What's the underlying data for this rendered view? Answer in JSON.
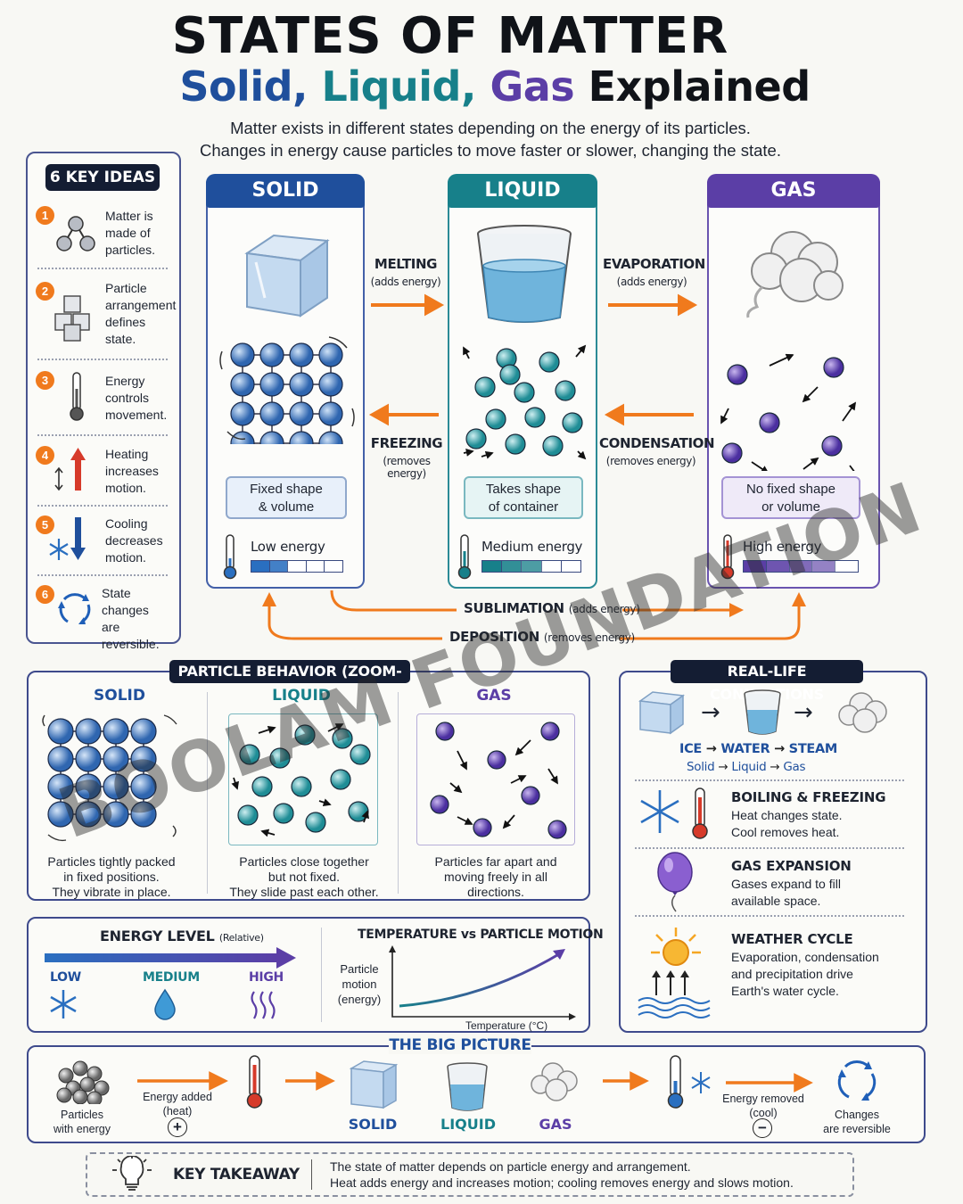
{
  "header": {
    "title": "STATES OF MATTER",
    "subtitle_solid": "Solid,",
    "subtitle_liquid": "Liquid,",
    "subtitle_gas": "Gas",
    "subtitle_rest": "Explained",
    "intro_line1": "Matter exists in different states depending on the energy of its particles.",
    "intro_line2": "Changes in energy cause particles to move faster or slower, changing the state."
  },
  "key_ideas": {
    "heading": "6 KEY IDEAS",
    "items": [
      {
        "num": "1",
        "line1": "Matter is",
        "line2": "made of",
        "line3": "particles.",
        "line4": "",
        "icon": "particles-icon"
      },
      {
        "num": "2",
        "line1": "Particle",
        "line2": "arrangement",
        "line3": "defines",
        "line4": "state.",
        "icon": "cubes-icon"
      },
      {
        "num": "3",
        "line1": "Energy",
        "line2": "controls",
        "line3": "movement.",
        "line4": "",
        "icon": "thermometer-icon"
      },
      {
        "num": "4",
        "line1": "Heating",
        "line2": "increases",
        "line3": "motion.",
        "line4": "",
        "icon": "up-arrow-icon"
      },
      {
        "num": "5",
        "line1": "Cooling",
        "line2": "decreases",
        "line3": "motion.",
        "line4": "",
        "icon": "snowflake-icon"
      },
      {
        "num": "6",
        "line1": "State changes",
        "line2": "are",
        "line3": "reversible.",
        "line4": "",
        "icon": "cycle-icon"
      }
    ]
  },
  "states": {
    "solid": {
      "title": "SOLID",
      "tag1": "Fixed shape",
      "tag2": "& volume",
      "energy": "Low energy",
      "level": 0.4,
      "color": "#1f4f9c"
    },
    "liquid": {
      "title": "LIQUID",
      "tag1": "Takes shape",
      "tag2": "of container",
      "energy": "Medium energy",
      "level": 0.6,
      "color": "#17808a"
    },
    "gas": {
      "title": "GAS",
      "tag1": "No fixed shape",
      "tag2": "or volume",
      "energy": "High energy",
      "level": 0.8,
      "color": "#5b3ea6"
    }
  },
  "processes": {
    "melting": "MELTING",
    "melting_sub": "(adds energy)",
    "freezing": "FREEZING",
    "freezing_sub": "(removes energy)",
    "evaporation": "EVAPORATION",
    "evaporation_sub": "(adds energy)",
    "condensation": "CONDENSATION",
    "condensation_sub": "(removes energy)",
    "sublimation": "SUBLIMATION",
    "sublimation_sub": "(adds energy)",
    "deposition": "DEPOSITION",
    "deposition_sub": "(removes energy)"
  },
  "particle_behavior": {
    "heading": "PARTICLE BEHAVIOR (ZOOM-IN)",
    "solid": {
      "title": "SOLID",
      "line1": "Particles tightly packed",
      "line2": "in fixed positions.",
      "line3": "They vibrate in place."
    },
    "liquid": {
      "title": "LIQUID",
      "line1": "Particles close together",
      "line2": "but not fixed.",
      "line3": "They slide past each other."
    },
    "gas": {
      "title": "GAS",
      "line1": "Particles far apart and",
      "line2": "moving freely in all",
      "line3": "directions."
    }
  },
  "energy_level": {
    "title": "ENERGY LEVEL",
    "title_sub": "(Relative)",
    "low": "LOW",
    "medium": "MEDIUM",
    "high": "HIGH"
  },
  "temp_motion": {
    "title": "TEMPERATURE vs PARTICLE MOTION",
    "ylabel1": "Particle",
    "ylabel2": "motion",
    "ylabel3": "(energy)",
    "xlabel": "Temperature (°C)"
  },
  "real_life": {
    "heading": "REAL-LIFE CONNECTIONS",
    "ice": "ICE",
    "water": "WATER",
    "steam": "STEAM",
    "solid": "Solid",
    "liquid": "Liquid",
    "gas": "Gas",
    "arrow": "→",
    "items": [
      {
        "title": "BOILING & FREEZING",
        "line1": "Heat changes state.",
        "line2": "Cool removes heat.",
        "line3": ""
      },
      {
        "title": "GAS EXPANSION",
        "line1": "Gases expand to fill",
        "line2": "available space.",
        "line3": ""
      },
      {
        "title": "WEATHER CYCLE",
        "line1": "Evaporation, condensation",
        "line2": "and precipitation drive",
        "line3": "Earth's water cycle."
      }
    ]
  },
  "big_picture": {
    "heading": "THE BIG PICTURE",
    "particles1": "Particles",
    "particles2": "with energy",
    "added1": "Energy added",
    "added2": "(heat)",
    "solid": "SOLID",
    "liquid": "LIQUID",
    "gas": "GAS",
    "removed1": "Energy removed",
    "removed2": "(cool)",
    "changes1": "Changes",
    "changes2": "are reversible",
    "plus": "+",
    "minus": "−"
  },
  "takeaway": {
    "label": "KEY TAKEAWAY",
    "line1": "The state of matter depends on particle energy and arrangement.",
    "line2": "Heat adds energy and increases motion; cooling removes energy and slows motion."
  },
  "watermark": "BOOLAM FOUNDATION",
  "colors": {
    "orange": "#f07a1d",
    "blue": "#1f4f9c",
    "teal": "#17808a",
    "purple": "#5b3ea6",
    "navy": "#141d33"
  }
}
